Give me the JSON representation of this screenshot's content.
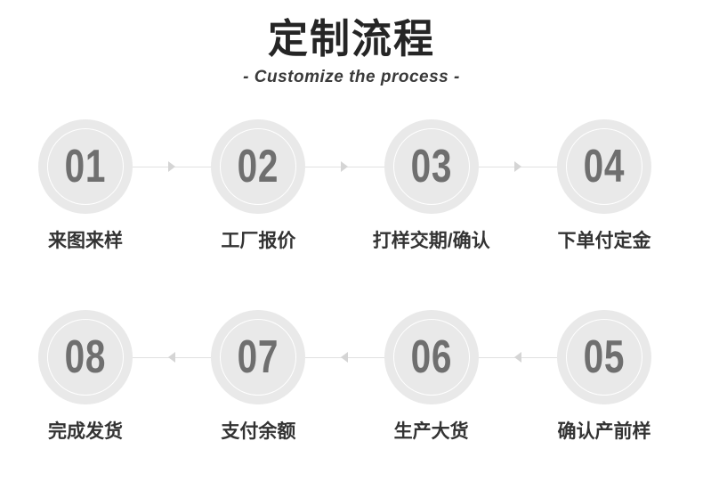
{
  "header": {
    "title": "定制流程",
    "subtitle": "- Customize the process -"
  },
  "colors": {
    "background": "#ffffff",
    "circle_fill": "#e9e9e9",
    "circle_inner_ring": "#ffffff",
    "number": "#6f6f6f",
    "label": "#333333",
    "title": "#252525",
    "subtitle": "#3a3a3a",
    "connector_line": "#e1e1e1",
    "arrowhead": "#d5d5d5"
  },
  "rows": [
    {
      "direction": "right",
      "steps": [
        {
          "num": "01",
          "label": "来图来样"
        },
        {
          "num": "02",
          "label": "工厂报价"
        },
        {
          "num": "03",
          "label": "打样交期/确认"
        },
        {
          "num": "04",
          "label": "下单付定金"
        }
      ]
    },
    {
      "direction": "left",
      "steps": [
        {
          "num": "08",
          "label": "完成发货"
        },
        {
          "num": "07",
          "label": "支付余额"
        },
        {
          "num": "06",
          "label": "生产大货"
        },
        {
          "num": "05",
          "label": "确认产前样"
        }
      ]
    }
  ]
}
